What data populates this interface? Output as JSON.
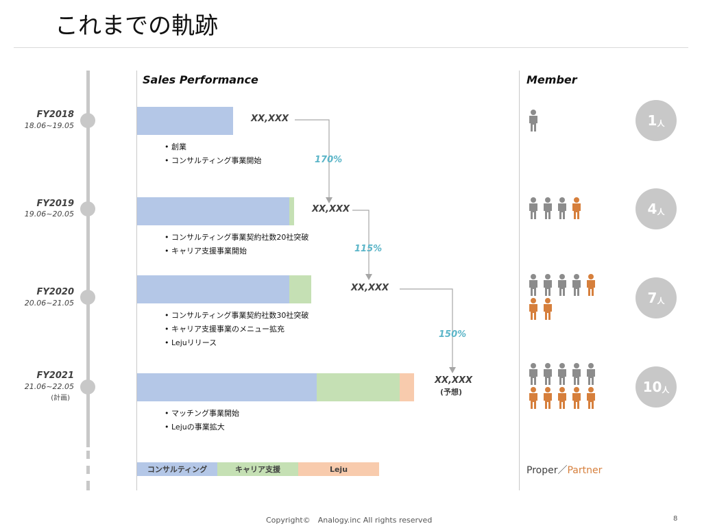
{
  "page_title": "これまでの軌跡",
  "headers": {
    "sales": "Sales Performance",
    "member": "Member"
  },
  "colors": {
    "consulting": "#b4c7e7",
    "career": "#c5e0b4",
    "leju": "#f8cbad",
    "proper": "#8c8c8c",
    "partner": "#d67f3c",
    "growth": "#5bb5c8"
  },
  "years": [
    {
      "label": "FY2018",
      "range": "18.06~19.05",
      "note": "",
      "bullets": [
        "創業",
        "コンサルティング事業開始"
      ],
      "sales_label": "XX,XXX",
      "sales_sub": "",
      "members": "1",
      "members_unit": "人",
      "proper": 1,
      "partner": 0
    },
    {
      "label": "FY2019",
      "range": "19.06~20.05",
      "note": "",
      "bullets": [
        "コンサルティング事業契約社数20社突破",
        "キャリア支援事業開始"
      ],
      "sales_label": "XX,XXX",
      "sales_sub": "",
      "members": "4",
      "members_unit": "人",
      "proper": 3,
      "partner": 1
    },
    {
      "label": "FY2020",
      "range": "20.06~21.05",
      "note": "",
      "bullets": [
        "コンサルティング事業契約社数30社突破",
        "キャリア支援事業のメニュー拡充",
        "Lejuリリース"
      ],
      "sales_label": "XX,XXX",
      "sales_sub": "",
      "members": "7",
      "members_unit": "人",
      "proper": 4,
      "partner": 3
    },
    {
      "label": "FY2021",
      "range": "21.06~22.05",
      "note": "(計画)",
      "bullets": [
        "マッチング事業開始",
        "Lejuの事業拡大"
      ],
      "sales_label": "XX,XXX",
      "sales_sub": "(予想)",
      "members": "10",
      "members_unit": "人",
      "proper": 5,
      "partner": 5
    }
  ],
  "growth": [
    "170%",
    "115%",
    "150%"
  ],
  "legend": [
    "コンサルティング",
    "キャリア支援",
    "Leju"
  ],
  "member_legend": {
    "proper": "Proper",
    "sep": "／",
    "partner": "Partner"
  },
  "footer": {
    "copyright": "Copyright©　Analogy.inc  All rights reserved",
    "page": "8"
  },
  "chart_data": {
    "type": "bar",
    "orientation": "horizontal",
    "stacked": true,
    "categories": [
      "FY2018",
      "FY2019",
      "FY2020",
      "FY2021"
    ],
    "series": [
      {
        "name": "コンサルティング",
        "values": [
          140,
          222,
          222,
          262
        ]
      },
      {
        "name": "キャリア支援",
        "values": [
          0,
          7,
          32,
          121
        ]
      },
      {
        "name": "Leju",
        "values": [
          0,
          0,
          0,
          21
        ]
      }
    ],
    "xlim": [
      0,
      404
    ]
  }
}
